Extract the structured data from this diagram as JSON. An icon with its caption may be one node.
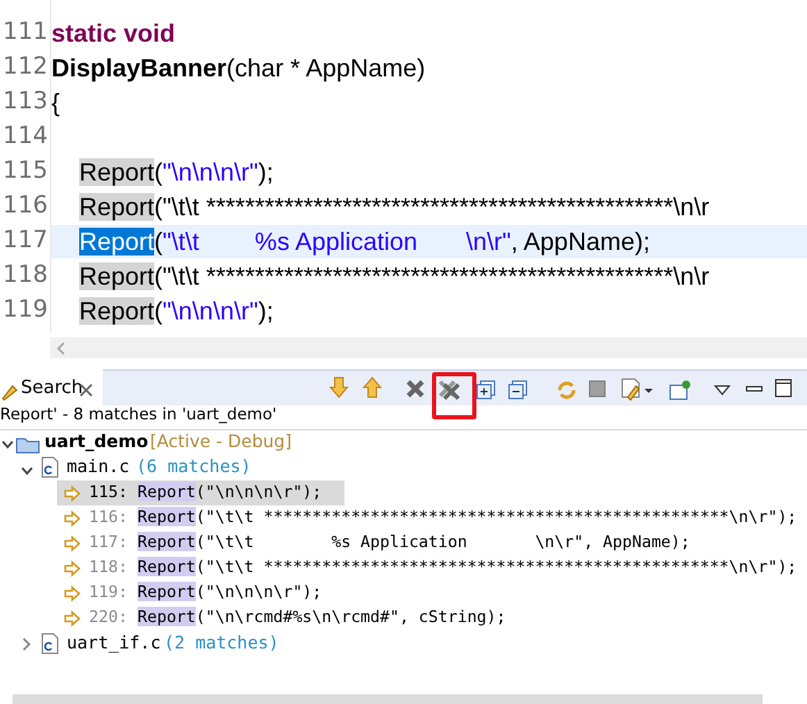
{
  "diagram": {
    "labels": [
      "111",
      "static void",
      "112",
      "DisplayBanner(char * AppName)",
      "113",
      "{",
      "114",
      "115",
      "Report(\"\\n\\n\\n\\r\");",
      "116",
      "Report(\"\\t\\t ************************************************\\n\\r",
      "117",
      "Report(\"\\t\\t        %s Application       \\n\\r\", AppName);",
      "118",
      "Report(\"\\t\\t ************************************************\\n\\r",
      "119",
      "Report(\"\\n\\n\\n\\r\");",
      "Search",
      "Report' - 8 matches in 'uart_demo'",
      "uart_demo",
      "[Active - Debug]",
      "main.c",
      "(6 matches)",
      "115:",
      "Report(\"\\n\\n\\n\\r\");",
      "116:",
      "Report(\"\\t\\t ************************************************\\n\\r\");",
      "117:",
      "Report(\"\\t\\t        %s Application       \\n\\r\", AppName);",
      "118:",
      "Report(\"\\t\\t ************************************************\\n\\r\");",
      "119:",
      "Report(\"\\n\\n\\n\\r\");",
      "220:",
      "Report(\"\\n\\rcmd#%s\\n\\rcmd#\", cString);",
      "uart_if.c",
      "(2 matches)"
    ]
  }
}
